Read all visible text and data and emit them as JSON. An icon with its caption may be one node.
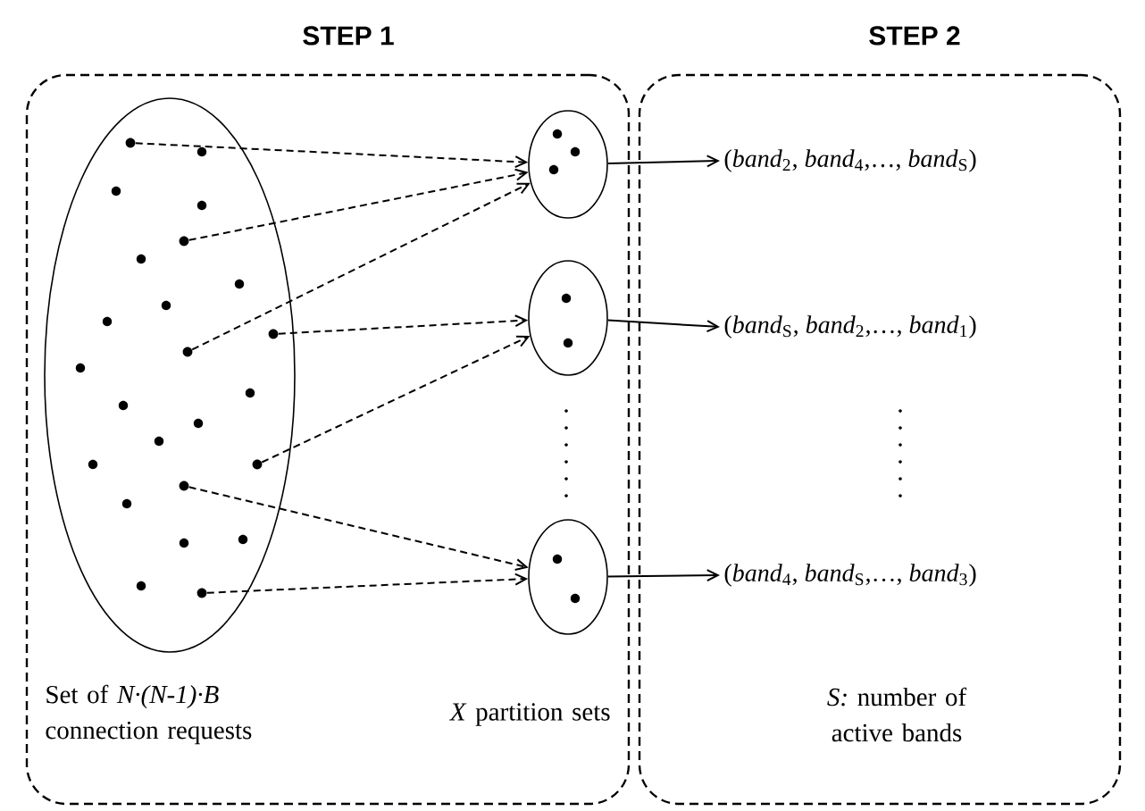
{
  "diagram": {
    "nodes": [
      {
        "text": [
          "STEP 1"
        ]
      },
      {
        "text": [],
        "shape": "ellipse",
        "in": 0
      },
      {
        "text": [],
        "shape": "circle",
        "in": 1
      },
      {
        "text": [],
        "shape": "circle",
        "in": 1
      },
      {
        "text": [],
        "shape": "circle",
        "in": 1
      },
      {
        "text": [],
        "shape": "circle",
        "in": 1
      },
      {
        "text": [],
        "shape": "circle",
        "in": 1
      },
      {
        "text": [],
        "shape": "circle",
        "in": 1
      },
      {
        "text": [],
        "shape": "circle",
        "in": 1
      },
      {
        "text": [],
        "shape": "ellipse",
        "in": 0
      },
      {
        "text": [],
        "shape": "ellipse",
        "in": 0
      },
      {
        "text": [],
        "shape": "ellipse",
        "in": 0
      },
      {
        "text": [
          "STEP 2"
        ]
      },
      {
        "text": [
          "(*band*$_{2}$, *band*$_{4}$,…, *band*$_{S}$)"
        ],
        "in": 12
      },
      {
        "text": [
          "(*band*$_{S}$, *band*$_{2}$,…, *band*$_{1}$)"
        ],
        "in": 12
      },
      {
        "text": [
          "(*band*$_{4}$, *band*$_{S}$,…, *band*$_{3}$)"
        ],
        "in": 12
      }
    ],
    "edges": [
      {
        "from": 2,
        "to": 9,
        "arrow": "to",
        "style": "dashed"
      },
      {
        "from": 3,
        "to": 9,
        "arrow": "to",
        "style": "dashed"
      },
      {
        "from": 4,
        "to": 9,
        "arrow": "to",
        "style": "dashed"
      },
      {
        "from": 5,
        "to": 10,
        "arrow": "to",
        "style": "dashed"
      },
      {
        "from": 6,
        "to": 10,
        "arrow": "to",
        "style": "dashed"
      },
      {
        "from": 7,
        "to": 11,
        "arrow": "to",
        "style": "dashed"
      },
      {
        "from": 8,
        "to": 11,
        "arrow": "to",
        "style": "dashed"
      },
      {
        "from": 9,
        "to": 13,
        "arrow": "to"
      },
      {
        "from": 10,
        "to": 14,
        "arrow": "to"
      },
      {
        "from": 11,
        "to": 15,
        "arrow": "to"
      }
    ],
    "labels": [
      "Set of *N·(N-1)·B* connection requests",
      "*X* partition sets",
      "*S:* number of active bands"
    ]
  }
}
